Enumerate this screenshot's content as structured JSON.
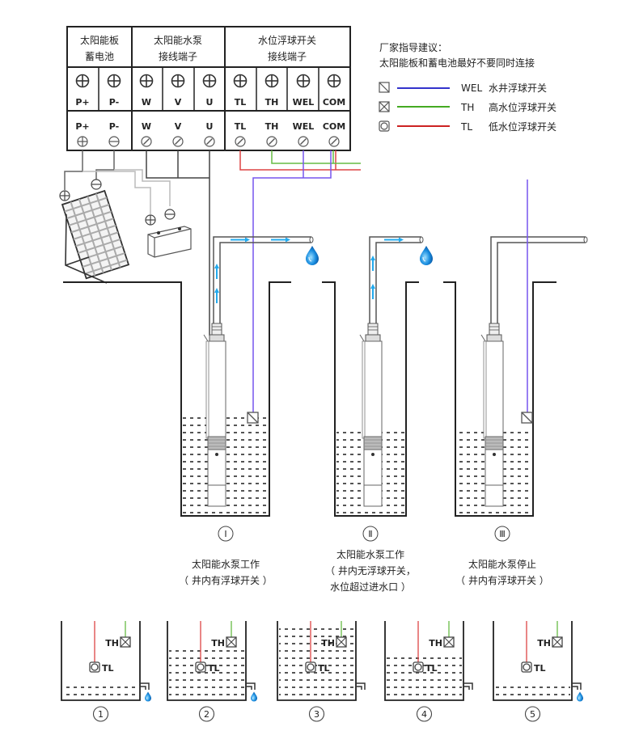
{
  "terminal_block": {
    "groups": [
      {
        "line1": "太阳能板",
        "line2": "蓄电池"
      },
      {
        "line1": "太阳能水泵",
        "line2": "接线端子"
      },
      {
        "line1": "水位浮球开关",
        "line2": "接线端子"
      }
    ],
    "terminals": [
      "P+",
      "P-",
      "W",
      "V",
      "U",
      "TL",
      "TH",
      "WEL",
      "COM"
    ]
  },
  "advice": {
    "title": "厂家指导建议：",
    "text": "太阳能板和蓄电池最好不要同时连接"
  },
  "legend": [
    {
      "code": "WEL",
      "desc": "水井浮球开关",
      "color": "#3333cc",
      "icon": "diagonal-box-icon"
    },
    {
      "code": "TH",
      "desc": "高水位浮球开关",
      "color": "#44aa22",
      "icon": "x-box-icon"
    },
    {
      "code": "TL",
      "desc": "低水位浮球开关",
      "color": "#cc2222",
      "icon": "circle-box-icon"
    }
  ],
  "wells": [
    {
      "numeral": "Ⅰ",
      "lines": [
        "太阳能水泵工作",
        "（ 井内有浮球开关 ）"
      ]
    },
    {
      "numeral": "Ⅱ",
      "lines": [
        "太阳能水泵工作",
        "（ 井内无浮球开关，",
        "水位超过进水口 ）"
      ]
    },
    {
      "numeral": "Ⅲ",
      "lines": [
        "太阳能水泵停止",
        "（ 井内有浮球开关 ）"
      ]
    }
  ],
  "tanks": [
    {
      "number": "1",
      "th_label": "TH",
      "tl_label": "TL",
      "water_level": 0.2,
      "outflow": true
    },
    {
      "number": "2",
      "th_label": "TH",
      "tl_label": "TL",
      "water_level": 0.65,
      "outflow": true
    },
    {
      "number": "3",
      "th_label": "TH",
      "tl_label": "TL",
      "water_level": 0.92,
      "outflow": false
    },
    {
      "number": "4",
      "th_label": "TH",
      "tl_label": "TL",
      "water_level": 0.6,
      "outflow": false
    },
    {
      "number": "5",
      "th_label": "TH",
      "tl_label": "TL",
      "water_level": 0.2,
      "outflow": true
    }
  ],
  "colors": {
    "wel": "#7755ee",
    "th": "#66bb44",
    "tl": "#dd4444",
    "water_arrow": "#22aaee",
    "drop": "#1188dd"
  }
}
